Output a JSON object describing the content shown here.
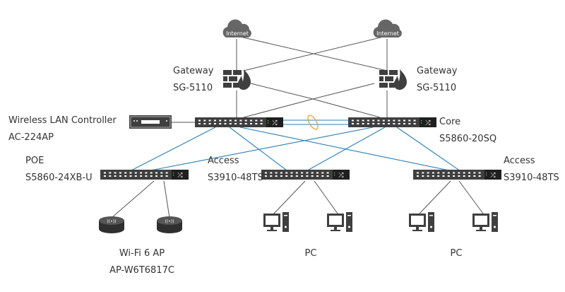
{
  "colors": {
    "device": "#3f3f3f",
    "device_dark": "#1f1f1f",
    "link_gray": "#555555",
    "link_blue": "#2a7fb5",
    "lag_ring": "#e8a32a",
    "text": "#333333"
  },
  "nodes": {
    "internet_left": {
      "label": "Internet",
      "icon": "cloud-icon"
    },
    "internet_right": {
      "label": "Internet",
      "icon": "cloud-icon"
    },
    "gateway_left": {
      "role": "Gateway",
      "model": "SG-5110",
      "icon": "firewall-icon"
    },
    "gateway_right": {
      "role": "Gateway",
      "model": "SG-5110",
      "icon": "firewall-icon"
    },
    "wlc": {
      "role": "Wireless LAN Controller",
      "model": "AC-224AP",
      "icon": "controller-icon"
    },
    "core": {
      "role": "Core",
      "model": "S5860-20SQ",
      "icon": "switch-icon"
    },
    "poe": {
      "role": "POE",
      "model": "S5860-24XB-U",
      "icon": "switch-icon"
    },
    "access_1": {
      "role": "Access",
      "model": "S3910-48TS",
      "icon": "switch-icon"
    },
    "access_2": {
      "role": "Access",
      "model": "S3910-48TS",
      "icon": "switch-icon"
    },
    "ap_group": {
      "role": "Wi-Fi 6 AP",
      "model": "AP-W6T6817C",
      "icon": "access-point-icon"
    },
    "pc_group_1": {
      "role": "PC",
      "icon": "pc-icon"
    },
    "pc_group_2": {
      "role": "PC",
      "icon": "pc-icon"
    }
  }
}
